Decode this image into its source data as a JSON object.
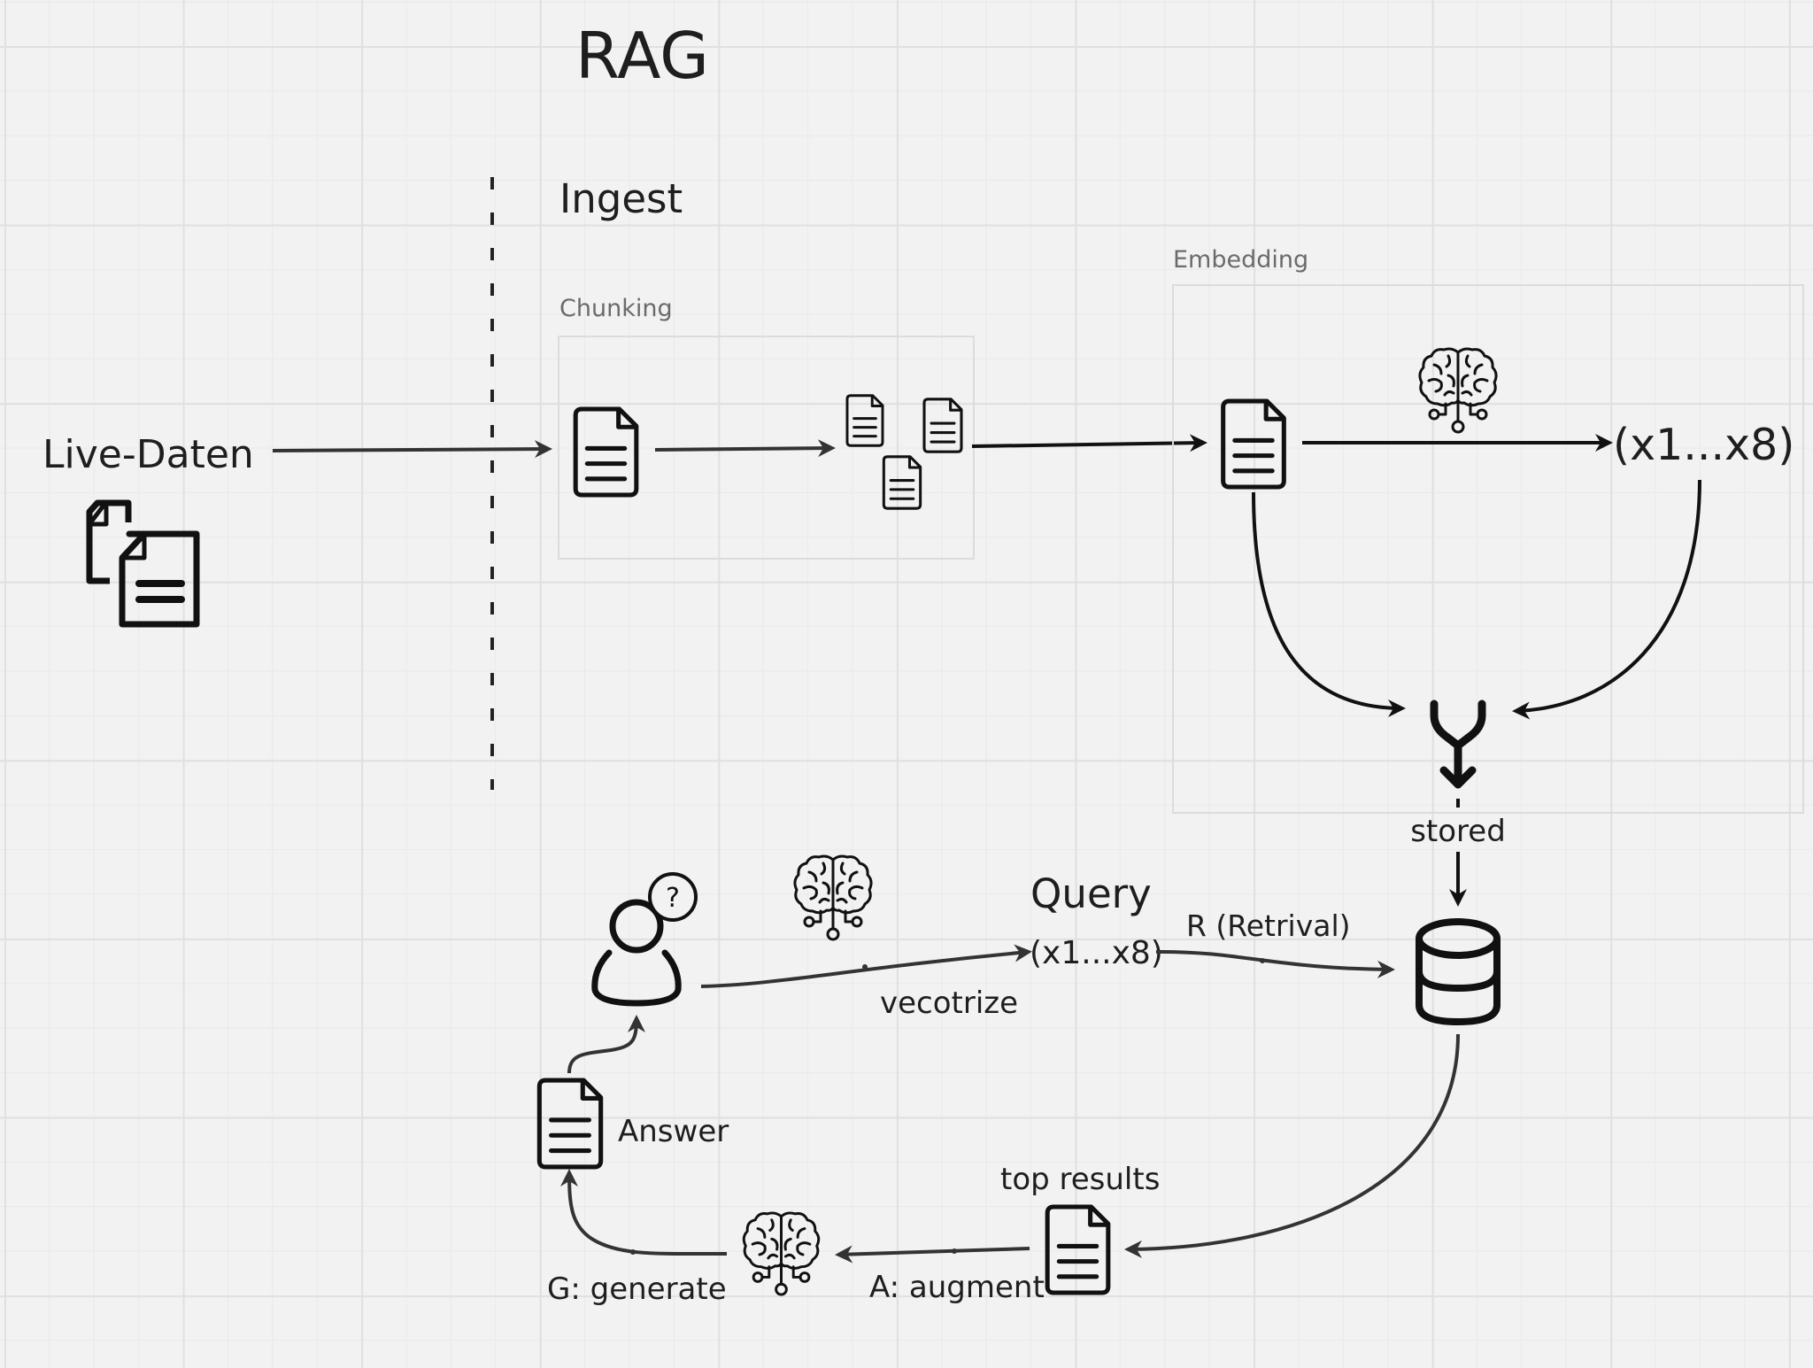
{
  "title": "RAG",
  "section_ingest": "Ingest",
  "frames": {
    "chunking": "Chunking",
    "embedding": "Embedding"
  },
  "source_label": "Live-Daten",
  "embedding_vector": "(x1...x8)",
  "stored_label": "stored",
  "query": {
    "title": "Query",
    "vector": "(x1...x8)",
    "vectorize_label": "vecotrize",
    "retrieval_label": "R (Retrival)"
  },
  "top_results_label": "top results",
  "augment_label": "A: augment",
  "generate_label": "G: generate",
  "answer_label": "Answer",
  "icons": {
    "source": "documents-copy-icon",
    "document": "document-icon",
    "brain": "brain-ai-icon",
    "merge": "merge-icon",
    "database": "database-icon",
    "user": "user-question-icon"
  },
  "colors": {
    "background": "#f2f2f2",
    "ink": "#1e1e1e",
    "connector": "#333333",
    "frame_border": "#dcdcdc",
    "frame_label": "#6b6b6b"
  }
}
